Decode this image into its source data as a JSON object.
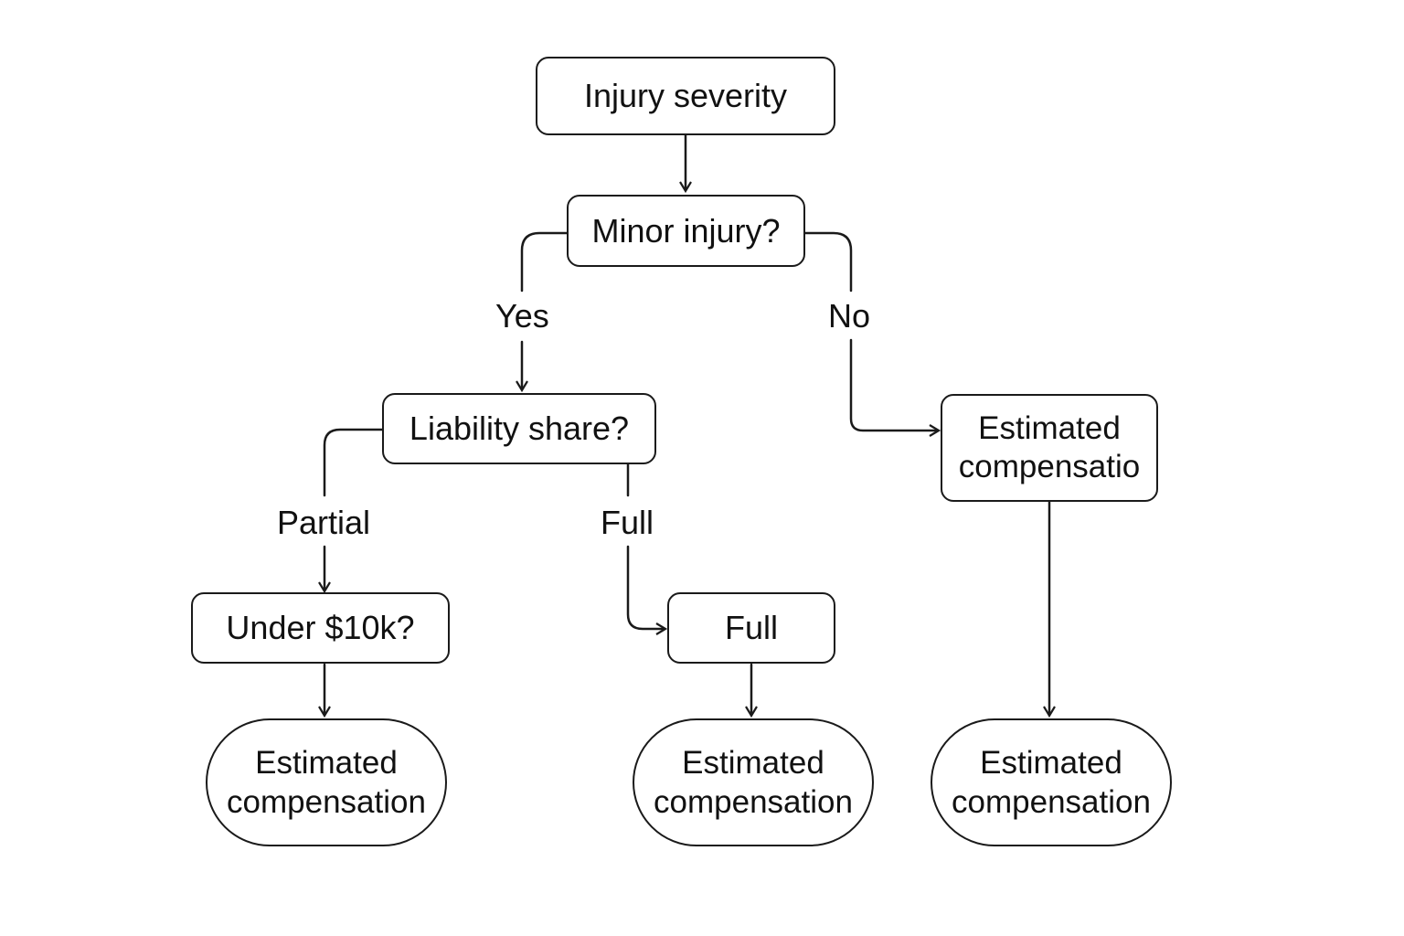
{
  "diagram": {
    "nodes": {
      "injury_severity": "Injury severity",
      "minor_injury": "Minor injury?",
      "liability_share": "Liability share?",
      "estimated_compensation_right": [
        "Estimated",
        "compensatio"
      ],
      "under_10k": "Under $10k?",
      "full_box": "Full",
      "outcome_left": [
        "Estimated",
        "compensation"
      ],
      "outcome_middle": [
        "Estimated",
        "compensation"
      ],
      "outcome_right": [
        "Estimated",
        "compensation"
      ]
    },
    "edge_labels": {
      "yes": "Yes",
      "no": "No",
      "partial": "Partial",
      "full": "Full"
    },
    "colors": {
      "stroke": "#1a1a1a",
      "background": "#ffffff",
      "text": "#111111"
    }
  }
}
